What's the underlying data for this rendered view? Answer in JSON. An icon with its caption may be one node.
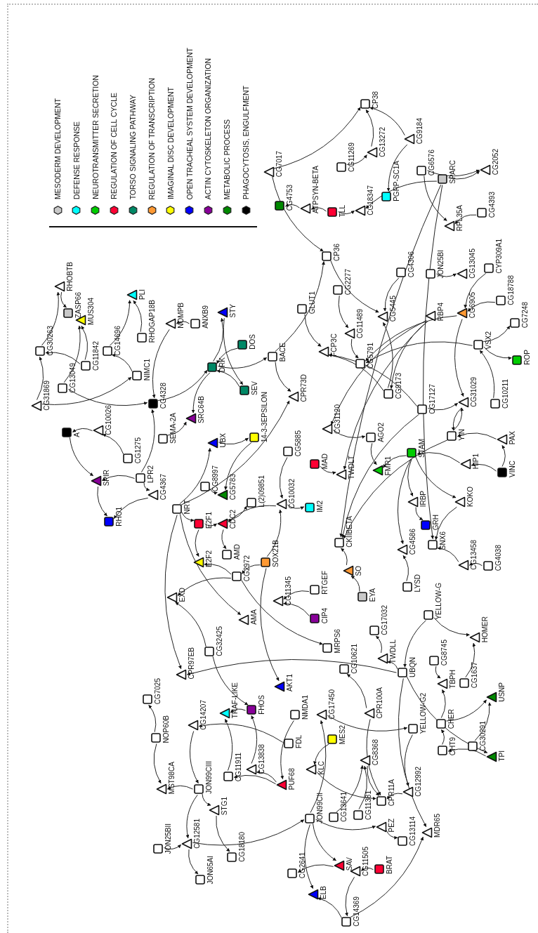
{
  "diagram": {
    "nodes": [
      {
        "text": [
          "RHOBTB"
        ]
      },
      {
        "text": [
          "ZASP66"
        ]
      },
      {
        "text": [
          "MUS304"
        ]
      },
      {
        "text": [
          "CG30263"
        ]
      },
      {
        "text": [
          "PLI"
        ]
      },
      {
        "text": [
          "RHOGAP18B"
        ]
      },
      {
        "text": [
          "CG14696"
        ]
      },
      {
        "text": [
          "CG11842"
        ]
      },
      {
        "text": [
          "CG13049"
        ]
      },
      {
        "text": [
          "CG31869"
        ]
      },
      {
        "text": [
          "NIMC1"
        ]
      },
      {
        "text": [
          "NOMPB"
        ]
      },
      {
        "text": [
          "ANXB9"
        ]
      },
      {
        "text": [
          "STY"
        ]
      },
      {
        "text": [
          "DOS"
        ]
      },
      {
        "text": [
          "DRK"
        ]
      },
      {
        "text": [
          "SEV"
        ]
      },
      {
        "text": [
          "CG4328"
        ]
      },
      {
        "text": [
          "A"
        ]
      },
      {
        "text": [
          "CG10026"
        ]
      },
      {
        "text": [
          "CG1275"
        ]
      },
      {
        "text": [
          "SPIR"
        ]
      },
      {
        "text": [
          "LPR2"
        ]
      },
      {
        "text": [
          "CG4367"
        ]
      },
      {
        "text": [
          "RHO1"
        ]
      },
      {
        "text": [
          "SEMA-2A"
        ]
      },
      {
        "text": [
          "SRC64B"
        ]
      },
      {
        "text": [
          "BACE"
        ]
      },
      {
        "text": [
          "UBX"
        ]
      },
      {
        "text": [
          "14-3-3EPSILON"
        ]
      },
      {
        "text": [
          "CG8997"
        ]
      },
      {
        "text": [
          "CG5783"
        ]
      },
      {
        "text": [
          "L(2)09851"
        ]
      },
      {
        "text": [
          "NRT"
        ]
      },
      {
        "text": [
          "E2F1"
        ]
      },
      {
        "text": [
          "CDC2"
        ]
      },
      {
        "text": [
          "AMD"
        ]
      },
      {
        "text": [
          "E2F2"
        ]
      },
      {
        "text": [
          "CG2972"
        ]
      },
      {
        "text": [
          "SOX21B"
        ]
      },
      {
        "text": [
          "EXD"
        ]
      },
      {
        "text": [
          "AMA"
        ]
      },
      {
        "text": [
          "CG32425"
        ]
      },
      {
        "text": [
          "CPR97EB"
        ]
      },
      {
        "text": [
          "CG7025"
        ]
      },
      {
        "text": [
          "NOP60B"
        ]
      },
      {
        "text": [
          "MST98CA"
        ]
      },
      {
        "text": [
          "CG14207"
        ]
      },
      {
        "text": [
          "JON99CIII"
        ]
      },
      {
        "text": [
          "TRAF-LIKE"
        ]
      },
      {
        "text": [
          "FHOS"
        ]
      },
      {
        "text": [
          "CG11911"
        ]
      },
      {
        "text": [
          "CG13838"
        ]
      },
      {
        "text": [
          "STG1"
        ]
      },
      {
        "text": [
          "JON25BII"
        ]
      },
      {
        "text": [
          "CG12581"
        ]
      },
      {
        "text": [
          "JON65AI"
        ]
      },
      {
        "text": [
          "CG18180"
        ]
      },
      {
        "text": [
          "CG7017"
        ]
      },
      {
        "text": [
          "CP38"
        ]
      },
      {
        "text": [
          "CG11269"
        ]
      },
      {
        "text": [
          "CG13272"
        ]
      },
      {
        "text": [
          "CG9184"
        ]
      },
      {
        "text": [
          "CG4753"
        ]
      },
      {
        "text": [
          "ATPSYN-BETA"
        ]
      },
      {
        "text": [
          "TLL"
        ]
      },
      {
        "text": [
          "CG18347"
        ]
      },
      {
        "text": [
          "PGRP-SC1A"
        ]
      },
      {
        "text": [
          "CG6576"
        ]
      },
      {
        "text": [
          "SPARC"
        ]
      },
      {
        "text": [
          "CG2052"
        ]
      },
      {
        "text": [
          "CG4393"
        ]
      },
      {
        "text": [
          "RPL35A"
        ]
      },
      {
        "text": [
          "CP36"
        ]
      },
      {
        "text": [
          "GLUT1"
        ]
      },
      {
        "text": [
          "CG2277"
        ]
      },
      {
        "text": [
          "CG4306"
        ]
      },
      {
        "text": [
          "CG5445"
        ]
      },
      {
        "text": [
          "CG11489"
        ]
      },
      {
        "text": [
          "JON25BI"
        ]
      },
      {
        "text": [
          "RBP4"
        ]
      },
      {
        "text": [
          "CG13045"
        ]
      },
      {
        "text": [
          "CYP309A1"
        ]
      },
      {
        "text": [
          "CG18788"
        ]
      },
      {
        "text": [
          "CG6905"
        ]
      },
      {
        "text": [
          "CG7248"
        ]
      },
      {
        "text": [
          "FCP3C"
        ]
      },
      {
        "text": [
          "CG5791"
        ]
      },
      {
        "text": [
          "VSX2"
        ]
      },
      {
        "text": [
          "ROP"
        ]
      },
      {
        "text": [
          "CPR73D"
        ]
      },
      {
        "text": [
          "CG9173"
        ]
      },
      {
        "text": [
          "CG17127"
        ]
      },
      {
        "text": [
          "CG31029"
        ]
      },
      {
        "text": [
          "CG10211"
        ]
      },
      {
        "text": [
          "CG5885"
        ]
      },
      {
        "text": [
          "CG31120"
        ]
      },
      {
        "text": [
          "AGO2"
        ]
      },
      {
        "text": [
          "YIN"
        ]
      },
      {
        "text": [
          "PAX"
        ]
      },
      {
        "text": [
          "MAD"
        ]
      },
      {
        "text": [
          "TWDLT"
        ]
      },
      {
        "text": [
          "FMR1"
        ]
      },
      {
        "text": [
          "STAM"
        ]
      },
      {
        "text": [
          "HIP1"
        ]
      },
      {
        "text": [
          "VINC"
        ]
      },
      {
        "text": [
          "CG10032"
        ]
      },
      {
        "text": [
          "IM2"
        ]
      },
      {
        "text": [
          "IRBP"
        ]
      },
      {
        "text": [
          "KOKO"
        ]
      },
      {
        "text": [
          "CKIIBETA"
        ]
      },
      {
        "text": [
          "GRH"
        ]
      },
      {
        "text": [
          "CG4586"
        ]
      },
      {
        "text": [
          "SNX6"
        ]
      },
      {
        "text": [
          "CG13458"
        ]
      },
      {
        "text": [
          "CG4038"
        ]
      },
      {
        "text": [
          "SO"
        ]
      },
      {
        "text": [
          "RTGEF"
        ]
      },
      {
        "text": [
          "CG11345"
        ]
      },
      {
        "text": [
          "EYA"
        ]
      },
      {
        "text": [
          "LYSD"
        ]
      },
      {
        "text": [
          "CIP4"
        ]
      },
      {
        "text": [
          "YELLOW-G"
        ]
      },
      {
        "text": [
          "CG17032"
        ]
      },
      {
        "text": [
          "MRPS6"
        ]
      },
      {
        "text": [
          "HOMER"
        ]
      },
      {
        "text": [
          "TWDLL"
        ]
      },
      {
        "text": [
          "CG8745"
        ]
      },
      {
        "text": [
          "UBQN"
        ]
      },
      {
        "text": [
          "CG10621"
        ]
      },
      {
        "text": [
          "TBPH"
        ]
      },
      {
        "text": [
          "CG1637"
        ]
      },
      {
        "text": [
          "AKT1"
        ]
      },
      {
        "text": [
          "USNP"
        ]
      },
      {
        "text": [
          "NMDA1"
        ]
      },
      {
        "text": [
          "CG17450"
        ]
      },
      {
        "text": [
          "CPR100A"
        ]
      },
      {
        "text": [
          "CHER"
        ]
      },
      {
        "text": [
          "MES2"
        ]
      },
      {
        "text": [
          "YELLOW-G2"
        ]
      },
      {
        "text": [
          "FDL"
        ]
      },
      {
        "text": [
          "CHT9"
        ]
      },
      {
        "text": [
          "CG30291"
        ]
      },
      {
        "text": [
          "CG8368"
        ]
      },
      {
        "text": [
          "KLC"
        ]
      },
      {
        "text": [
          "TPI"
        ]
      },
      {
        "text": [
          "PUF68"
        ]
      },
      {
        "text": [
          "CG12992"
        ]
      },
      {
        "text": [
          "JON99CII"
        ]
      },
      {
        "text": [
          "CG13641"
        ]
      },
      {
        "text": [
          "CG11381"
        ]
      },
      {
        "text": [
          "CPR11A"
        ]
      },
      {
        "text": [
          "PEZ"
        ]
      },
      {
        "text": [
          "CG13114"
        ]
      },
      {
        "text": [
          "MDR65"
        ]
      },
      {
        "text": [
          "CG2641"
        ]
      },
      {
        "text": [
          "SAV"
        ]
      },
      {
        "text": [
          "CG11505"
        ]
      },
      {
        "text": [
          "BRAT"
        ]
      },
      {
        "text": [
          "ELB"
        ]
      },
      {
        "text": [
          "CG14369"
        ]
      }
    ],
    "edges": [
      {
        "from": 3,
        "to": 0,
        "arrow": "to"
      },
      {
        "from": 0,
        "to": 1,
        "arrow": "to"
      },
      {
        "from": 8,
        "to": 2,
        "arrow": "to"
      },
      {
        "from": 7,
        "to": 2,
        "arrow": "to"
      },
      {
        "from": 9,
        "to": 3,
        "arrow": "to"
      },
      {
        "from": 7,
        "to": 3,
        "arrow": "to"
      },
      {
        "from": 9,
        "to": 10,
        "arrow": "to"
      },
      {
        "from": 8,
        "to": 17,
        "arrow": "to"
      },
      {
        "from": 10,
        "to": 6,
        "arrow": "to"
      },
      {
        "from": 6,
        "to": 4,
        "arrow": "to"
      },
      {
        "from": 5,
        "to": 4,
        "arrow": "to"
      },
      {
        "from": 12,
        "to": 11,
        "arrow": "to"
      },
      {
        "from": 11,
        "to": 17,
        "arrow": "to"
      },
      {
        "from": 22,
        "to": 17,
        "arrow": "to"
      },
      {
        "from": 17,
        "to": 15,
        "arrow": "to"
      },
      {
        "from": 14,
        "to": 15,
        "arrow": "to"
      },
      {
        "from": 16,
        "to": 15,
        "arrow": "to"
      },
      {
        "from": 15,
        "to": 26,
        "arrow": "to"
      },
      {
        "from": 13,
        "to": 16,
        "arrow": "to"
      },
      {
        "from": 15,
        "to": 13,
        "arrow": "to"
      },
      {
        "from": 15,
        "to": 27,
        "arrow": "to"
      },
      {
        "from": 25,
        "to": 26,
        "arrow": "to"
      },
      {
        "from": 19,
        "to": 18,
        "arrow": "to"
      },
      {
        "from": 20,
        "to": 19,
        "arrow": "to"
      },
      {
        "from": 18,
        "to": 21,
        "arrow": "to"
      },
      {
        "from": 21,
        "to": 24,
        "arrow": "to"
      },
      {
        "from": 22,
        "to": 21,
        "arrow": "to"
      },
      {
        "from": 22,
        "to": 23,
        "arrow": "to"
      },
      {
        "from": 23,
        "to": 24,
        "arrow": "to"
      },
      {
        "from": 28,
        "to": 29,
        "arrow": "to"
      },
      {
        "from": 33,
        "to": 28,
        "arrow": "to"
      },
      {
        "from": 29,
        "to": 31,
        "arrow": "to"
      },
      {
        "from": 30,
        "to": 31,
        "arrow": "to"
      },
      {
        "from": 35,
        "to": 32,
        "arrow": "to"
      },
      {
        "from": 34,
        "to": 35,
        "arrow": "to"
      },
      {
        "from": 33,
        "to": 34,
        "arrow": "to"
      },
      {
        "from": 35,
        "to": 36,
        "arrow": "to"
      },
      {
        "from": 34,
        "to": 37,
        "arrow": "to"
      },
      {
        "from": 38,
        "to": 37,
        "arrow": "to"
      },
      {
        "from": 39,
        "to": 38,
        "arrow": "to"
      },
      {
        "from": 106,
        "to": 35,
        "arrow": "to"
      },
      {
        "from": 33,
        "to": 43,
        "arrow": "to"
      },
      {
        "from": 33,
        "to": 41,
        "arrow": "to"
      },
      {
        "from": 38,
        "to": 40,
        "arrow": "to"
      },
      {
        "from": 38,
        "to": 124,
        "arrow": "to"
      },
      {
        "from": 42,
        "to": 40,
        "arrow": "to"
      },
      {
        "from": 42,
        "to": 50,
        "arrow": "to"
      },
      {
        "from": 128,
        "to": 43,
        "arrow": "to"
      },
      {
        "from": 39,
        "to": 132,
        "arrow": "to"
      },
      {
        "from": 39,
        "to": 106,
        "arrow": "to"
      },
      {
        "from": 106,
        "to": 107,
        "arrow": "to"
      },
      {
        "from": 95,
        "to": 106,
        "arrow": "to"
      },
      {
        "from": 117,
        "to": 118,
        "arrow": "to"
      },
      {
        "from": 121,
        "to": 118,
        "arrow": "to"
      },
      {
        "from": 27,
        "to": 90,
        "arrow": "to"
      },
      {
        "from": 33,
        "to": 90,
        "arrow": "to"
      },
      {
        "from": 74,
        "to": 86,
        "arrow": "to"
      },
      {
        "from": 58,
        "to": 73,
        "arrow": "to"
      },
      {
        "from": 58,
        "to": 59,
        "arrow": "to"
      },
      {
        "from": 73,
        "to": 77,
        "arrow": "to"
      },
      {
        "from": 27,
        "to": 73,
        "arrow": "to"
      },
      {
        "from": 60,
        "to": 61,
        "arrow": "to"
      },
      {
        "from": 61,
        "to": 59,
        "arrow": "to"
      },
      {
        "from": 62,
        "to": 59,
        "arrow": "to"
      },
      {
        "from": 62,
        "to": 67,
        "arrow": "to"
      },
      {
        "from": 65,
        "to": 66,
        "arrow": "to"
      },
      {
        "from": 65,
        "to": 64,
        "arrow": "to"
      },
      {
        "from": 64,
        "to": 63,
        "arrow": "to"
      },
      {
        "from": 69,
        "to": 66,
        "arrow": "to"
      },
      {
        "from": 69,
        "to": 70,
        "arrow": "to"
      },
      {
        "from": 68,
        "to": 70,
        "arrow": "to"
      },
      {
        "from": 68,
        "to": 72,
        "arrow": "to"
      },
      {
        "from": 71,
        "to": 72,
        "arrow": "to"
      },
      {
        "from": 69,
        "to": 113,
        "arrow": "to"
      },
      {
        "from": 69,
        "to": 110,
        "arrow": "to"
      },
      {
        "from": 92,
        "to": 110,
        "arrow": "to"
      },
      {
        "from": 98,
        "to": 110,
        "arrow": "to"
      },
      {
        "from": 80,
        "to": 96,
        "arrow": "to"
      },
      {
        "from": 80,
        "to": 101,
        "arrow": "to"
      },
      {
        "from": 79,
        "to": 81,
        "arrow": "to"
      },
      {
        "from": 88,
        "to": 87,
        "arrow": "to"
      },
      {
        "from": 84,
        "to": 87,
        "arrow": "to"
      },
      {
        "from": 78,
        "to": 87,
        "arrow": "to"
      },
      {
        "from": 75,
        "to": 78,
        "arrow": "to"
      },
      {
        "from": 91,
        "to": 77,
        "arrow": "to"
      },
      {
        "from": 76,
        "to": 77,
        "arrow": "to"
      },
      {
        "from": 80,
        "to": 91,
        "arrow": "to"
      },
      {
        "from": 92,
        "to": 86,
        "arrow": "to"
      },
      {
        "from": 91,
        "to": 86,
        "arrow": "to"
      },
      {
        "from": 92,
        "to": 93,
        "arrow": "to"
      },
      {
        "from": 93,
        "to": 98,
        "arrow": "to"
      },
      {
        "from": 98,
        "to": 93,
        "arrow": "to"
      },
      {
        "from": 84,
        "to": 93,
        "arrow": "to"
      },
      {
        "from": 82,
        "to": 84,
        "arrow": "to"
      },
      {
        "from": 83,
        "to": 84,
        "arrow": "to"
      },
      {
        "from": 88,
        "to": 85,
        "arrow": "to"
      },
      {
        "from": 88,
        "to": 89,
        "arrow": "to"
      },
      {
        "from": 94,
        "to": 88,
        "arrow": "to"
      },
      {
        "from": 99,
        "to": 98,
        "arrow": "to"
      },
      {
        "from": 105,
        "to": 99,
        "arrow": "to"
      },
      {
        "from": 105,
        "to": 104,
        "arrow": "to"
      },
      {
        "from": 104,
        "to": 103,
        "arrow": "to"
      },
      {
        "from": 103,
        "to": 109,
        "arrow": "to"
      },
      {
        "from": 109,
        "to": 113,
        "arrow": "to"
      },
      {
        "from": 103,
        "to": 102,
        "arrow": "to"
      },
      {
        "from": 97,
        "to": 102,
        "arrow": "to"
      },
      {
        "from": 96,
        "to": 97,
        "arrow": "to"
      },
      {
        "from": 100,
        "to": 101,
        "arrow": "to"
      },
      {
        "from": 103,
        "to": 112,
        "arrow": "to"
      },
      {
        "from": 103,
        "to": 108,
        "arrow": "to"
      },
      {
        "from": 108,
        "to": 111,
        "arrow": "to"
      },
      {
        "from": 120,
        "to": 112,
        "arrow": "to"
      },
      {
        "from": 114,
        "to": 113,
        "arrow": "to"
      },
      {
        "from": 115,
        "to": 114,
        "arrow": "to"
      },
      {
        "from": 119,
        "to": 116,
        "arrow": "to"
      },
      {
        "from": 116,
        "to": 110,
        "arrow": "to"
      },
      {
        "from": 126,
        "to": 123,
        "arrow": "to"
      },
      {
        "from": 128,
        "to": 126,
        "arrow": "to"
      },
      {
        "from": 122,
        "to": 128,
        "arrow": "to"
      },
      {
        "from": 128,
        "to": 145,
        "arrow": "to"
      },
      {
        "from": 128,
        "to": 154,
        "arrow": "to"
      },
      {
        "from": 122,
        "to": 125,
        "arrow": "to"
      },
      {
        "from": 131,
        "to": 125,
        "arrow": "to"
      },
      {
        "from": 127,
        "to": 130,
        "arrow": "to"
      },
      {
        "from": 137,
        "to": 130,
        "arrow": "to"
      },
      {
        "from": 137,
        "to": 133,
        "arrow": "to"
      },
      {
        "from": 142,
        "to": 133,
        "arrow": "to"
      },
      {
        "from": 141,
        "to": 137,
        "arrow": "to"
      },
      {
        "from": 145,
        "to": 141,
        "arrow": "to"
      },
      {
        "from": 135,
        "to": 139,
        "arrow": "to"
      },
      {
        "from": 139,
        "to": 147,
        "arrow": "to"
      },
      {
        "from": 147,
        "to": 151,
        "arrow": "to"
      },
      {
        "from": 136,
        "to": 129,
        "arrow": "to"
      },
      {
        "from": 136,
        "to": 151,
        "arrow": "to"
      },
      {
        "from": 138,
        "to": 144,
        "arrow": "to"
      },
      {
        "from": 144,
        "to": 151,
        "arrow": "to"
      },
      {
        "from": 149,
        "to": 143,
        "arrow": "to"
      },
      {
        "from": 150,
        "to": 143,
        "arrow": "to"
      },
      {
        "from": 143,
        "to": 151,
        "arrow": "to"
      },
      {
        "from": 148,
        "to": 135,
        "arrow": "to"
      },
      {
        "from": 148,
        "to": 152,
        "arrow": "to"
      },
      {
        "from": 152,
        "to": 153,
        "arrow": "to"
      },
      {
        "from": 156,
        "to": 155,
        "arrow": "to"
      },
      {
        "from": 148,
        "to": 156,
        "arrow": "to"
      },
      {
        "from": 148,
        "to": 159,
        "arrow": "to"
      },
      {
        "from": 160,
        "to": 159,
        "arrow": "to"
      },
      {
        "from": 160,
        "to": 154,
        "arrow": "to"
      },
      {
        "from": 157,
        "to": 160,
        "arrow": "to"
      },
      {
        "from": 158,
        "to": 157,
        "arrow": "to"
      },
      {
        "from": 55,
        "to": 148,
        "arrow": "to"
      },
      {
        "from": 140,
        "to": 47,
        "arrow": "to"
      },
      {
        "from": 146,
        "to": 52,
        "arrow": "to"
      },
      {
        "from": 146,
        "to": 51,
        "arrow": "to"
      },
      {
        "from": 51,
        "to": 49,
        "arrow": "to"
      },
      {
        "from": 50,
        "to": 49,
        "arrow": "to"
      },
      {
        "from": 52,
        "to": 50,
        "arrow": "to"
      },
      {
        "from": 134,
        "to": 146,
        "arrow": "to"
      },
      {
        "from": 47,
        "to": 48,
        "arrow": "to"
      },
      {
        "from": 48,
        "to": 46,
        "arrow": "to"
      },
      {
        "from": 45,
        "to": 46,
        "arrow": "to"
      },
      {
        "from": 45,
        "to": 44,
        "arrow": "to"
      },
      {
        "from": 48,
        "to": 55,
        "arrow": "to"
      },
      {
        "from": 48,
        "to": 53,
        "arrow": "to"
      },
      {
        "from": 53,
        "to": 57,
        "arrow": "to"
      },
      {
        "from": 54,
        "to": 55,
        "arrow": "to"
      },
      {
        "from": 55,
        "to": 56,
        "arrow": "to"
      }
    ],
    "legend": [
      {
        "text": "MESODERM DEVELOPMENT",
        "color": "#c8c8c8"
      },
      {
        "text": "DEFENSE RESPONSE",
        "color": "#00ffff"
      },
      {
        "text": "NEUROTRANSMITTER SECRETION",
        "color": "#00cc00"
      },
      {
        "text": "REGULATION OF CELL CYCLE",
        "color": "#ff0033"
      },
      {
        "text": "TORSO SIGNALING PATHWAY",
        "color": "#008866"
      },
      {
        "text": "REGULATION OF TRANSCRIPTION",
        "color": "#ff9933"
      },
      {
        "text": "IMAGINAL DISC DEVELOPMENT",
        "color": "#ffff00"
      },
      {
        "text": "OPEN TRACHEAL SYSTEM DEVELOPMENT",
        "color": "#0000ff"
      },
      {
        "text": "ACTIN CYTOSKELETON ORGANIZATION",
        "color": "#880099"
      },
      {
        "text": "METABOLIC PROCESS",
        "color": "#008800"
      },
      {
        "text": "PHAGOCYTOSIS, ENGULFMENT",
        "color": "#000000"
      }
    ]
  }
}
